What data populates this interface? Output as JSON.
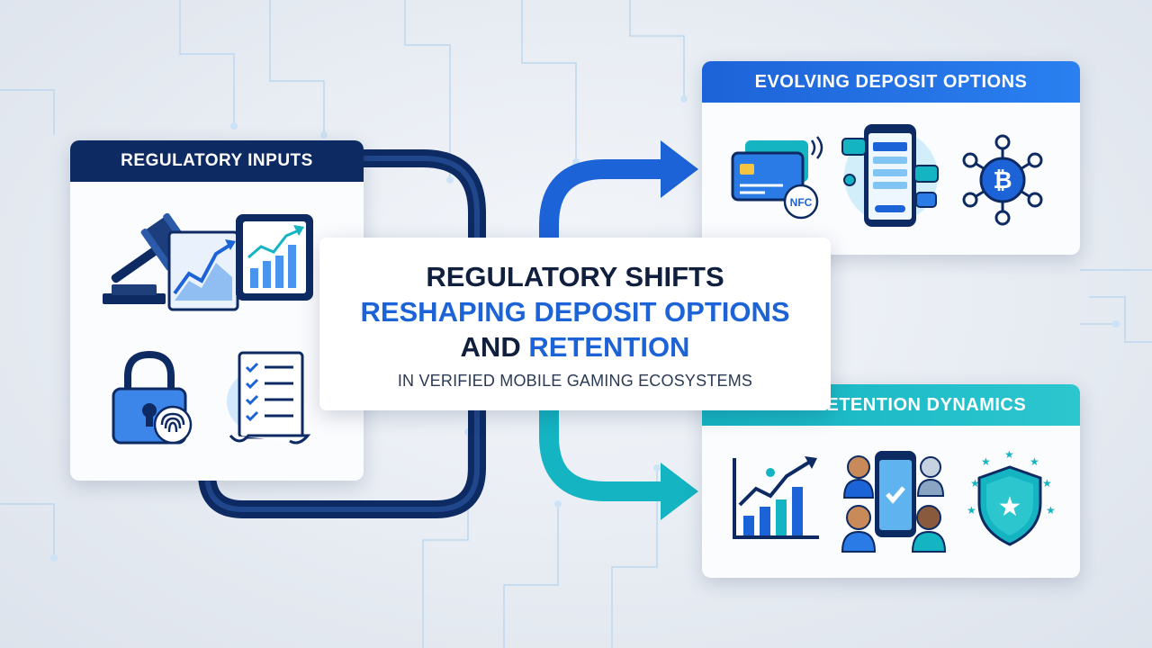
{
  "center": {
    "line1": "REGULATORY SHIFTS",
    "line2": "RESHAPING DEPOSIT OPTIONS",
    "line3_prefix": "AND ",
    "line3_accent": "RETENTION",
    "subtitle": "IN VERIFIED MOBILE GAMING ECOSYSTEMS"
  },
  "cards": {
    "regulatory": {
      "title": "REGULATORY INPUTS",
      "icons": [
        "gavel-icon",
        "growth-chart-icon",
        "tablet-chart-icon",
        "padlock-fingerprint-icon",
        "checklist-document-icon"
      ]
    },
    "deposit": {
      "title": "EVOLVING DEPOSIT OPTIONS",
      "icons": [
        "nfc-card-icon",
        "mobile-wallet-icon",
        "bitcoin-network-icon"
      ],
      "nfc_label": "NFC"
    },
    "retention": {
      "title": "USER RETENTION DYNAMICS",
      "icons": [
        "growth-bar-chart-icon",
        "community-users-icon",
        "shield-star-icon"
      ]
    }
  },
  "colors": {
    "navy": "#0d2a63",
    "blue": "#1d63d8",
    "teal": "#14b4c2",
    "text_dark": "#0f1f3d"
  }
}
